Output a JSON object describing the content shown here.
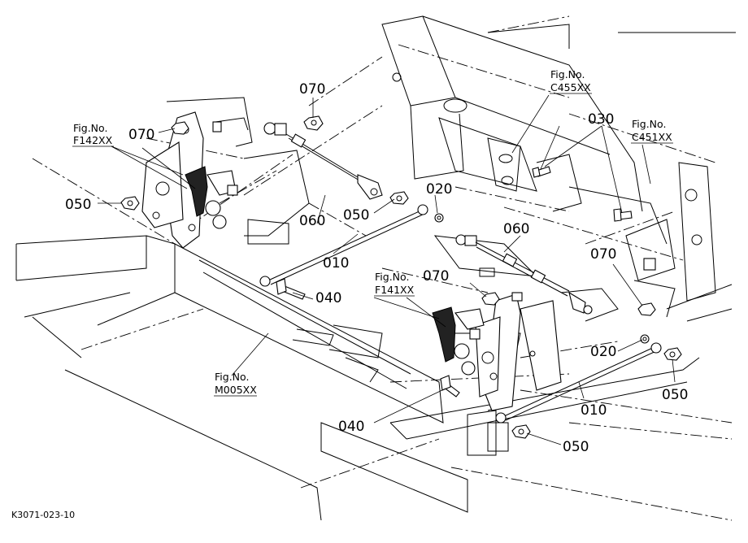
{
  "parts": {
    "p010_center": "010",
    "p010_right": "010",
    "p020_center": "020",
    "p020_right": "020",
    "p030": "030",
    "p040_center": "040",
    "p040_lower": "040",
    "p050_left": "050",
    "p050_center": "050",
    "p050_right": "050",
    "p050_bottom": "050",
    "p060_left": "060",
    "p060_right": "060",
    "p070_top": "070",
    "p070_left": "070",
    "p070_center": "070",
    "p070_right": "070"
  },
  "figrefs": {
    "f142": {
      "prefix": "Fig.No.",
      "code": "F142XX"
    },
    "c455": {
      "prefix": "Fig.No.",
      "code": "C455XX"
    },
    "c451": {
      "prefix": "Fig.No.",
      "code": "C451XX"
    },
    "f141": {
      "prefix": "Fig.No.",
      "code": "F141XX"
    },
    "m005": {
      "prefix": "Fig.No.",
      "code": "M005XX"
    }
  },
  "drawing_code": "K3071-023-10",
  "colors": {
    "ink": "#000000",
    "paper": "#ffffff"
  }
}
